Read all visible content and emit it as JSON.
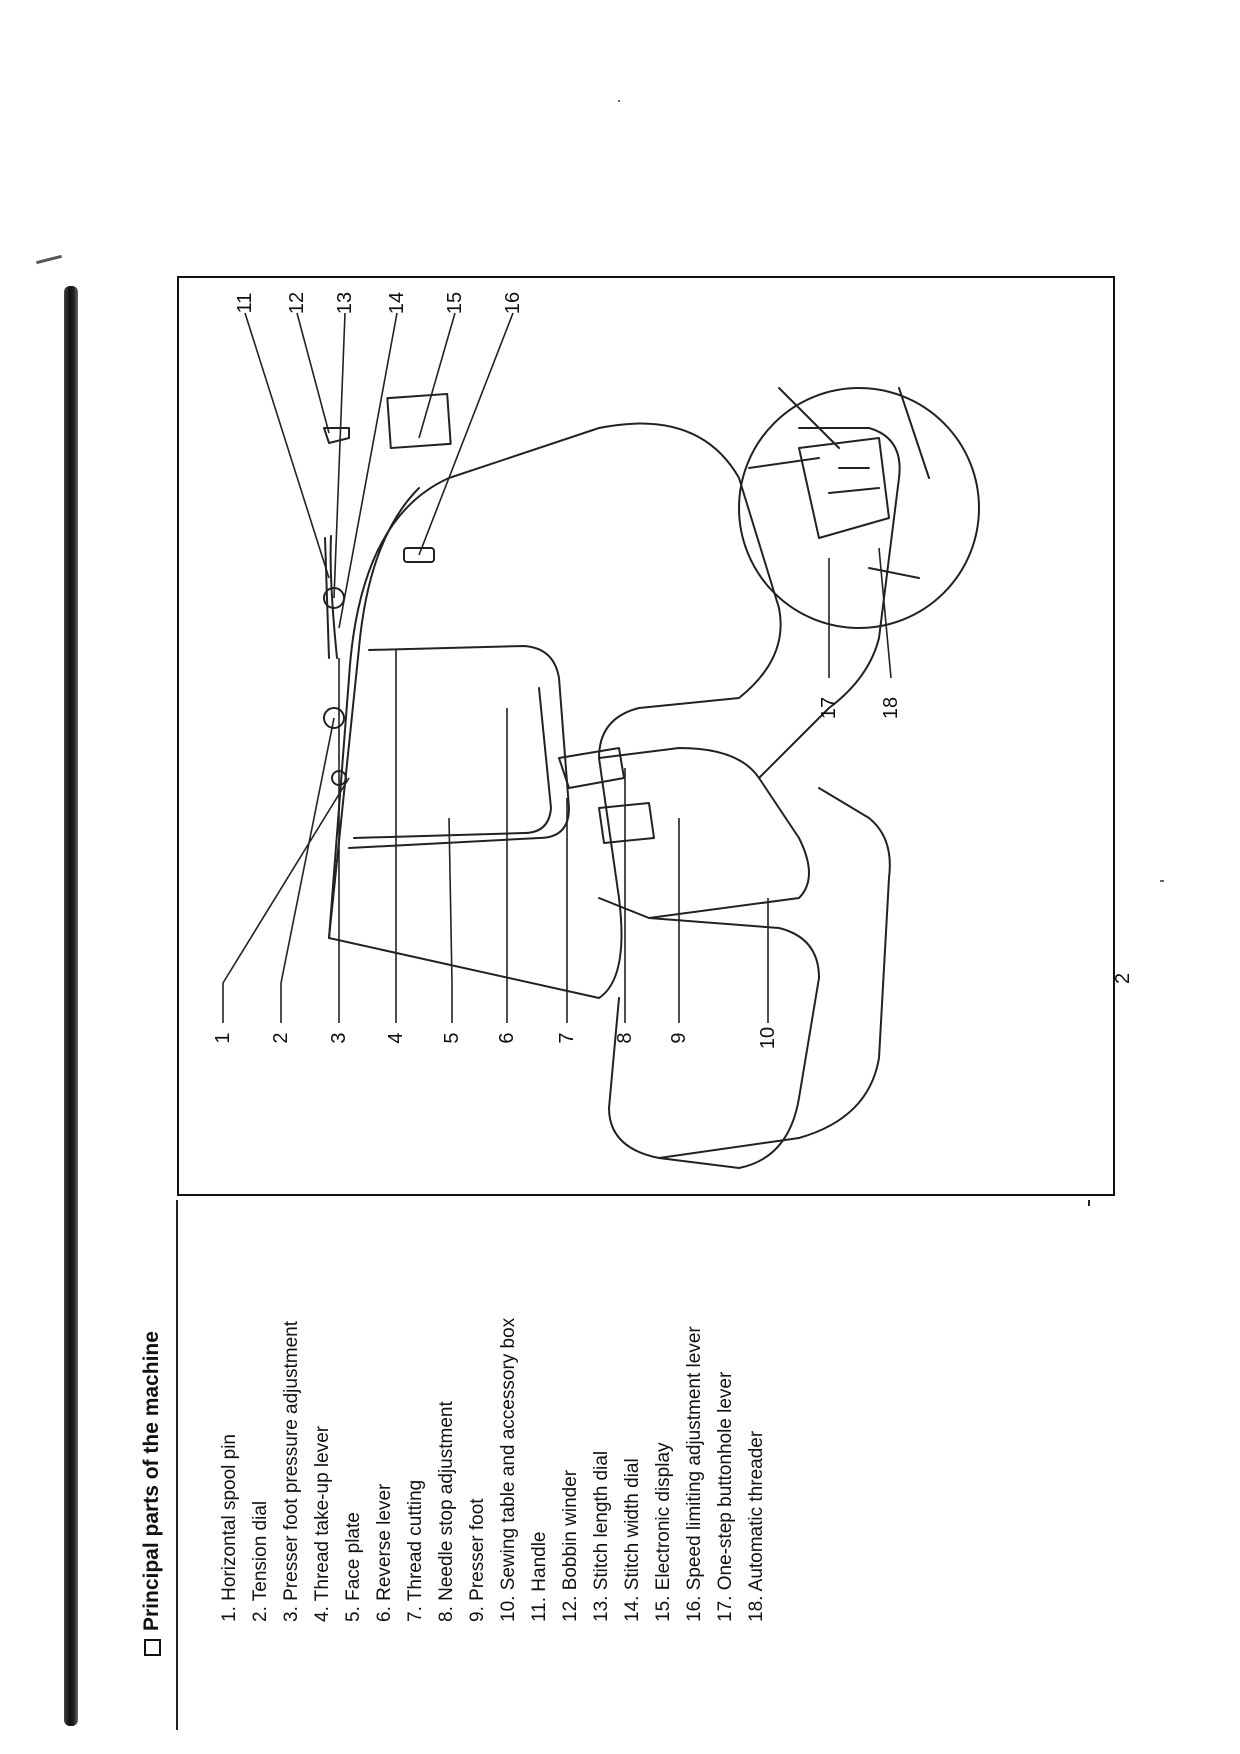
{
  "section": {
    "title": "Principal parts of the machine"
  },
  "parts": [
    "1. Horizontal spool pin",
    "2. Tension dial",
    "3. Presser foot pressure adjustment",
    "4. Thread take-up lever",
    "5. Face plate",
    "6. Reverse lever",
    "7. Thread cutting",
    "8. Needle stop adjustment",
    "9. Presser foot",
    "10. Sewing table and accessory box",
    "11. Handle",
    "12. Bobbin winder",
    "13. Stitch length dial",
    "14. Stitch width dial",
    "15. Electronic display",
    "16. Speed limiting adjustment lever",
    "17. One-step buttonhole lever",
    "18. Automatic threader"
  ],
  "callouts": [
    "1",
    "2",
    "3",
    "4",
    "5",
    "6",
    "7",
    "8",
    "9",
    "10",
    "11",
    "12",
    "13",
    "14",
    "15",
    "16",
    "17",
    "18"
  ],
  "page": {
    "number": "2"
  }
}
